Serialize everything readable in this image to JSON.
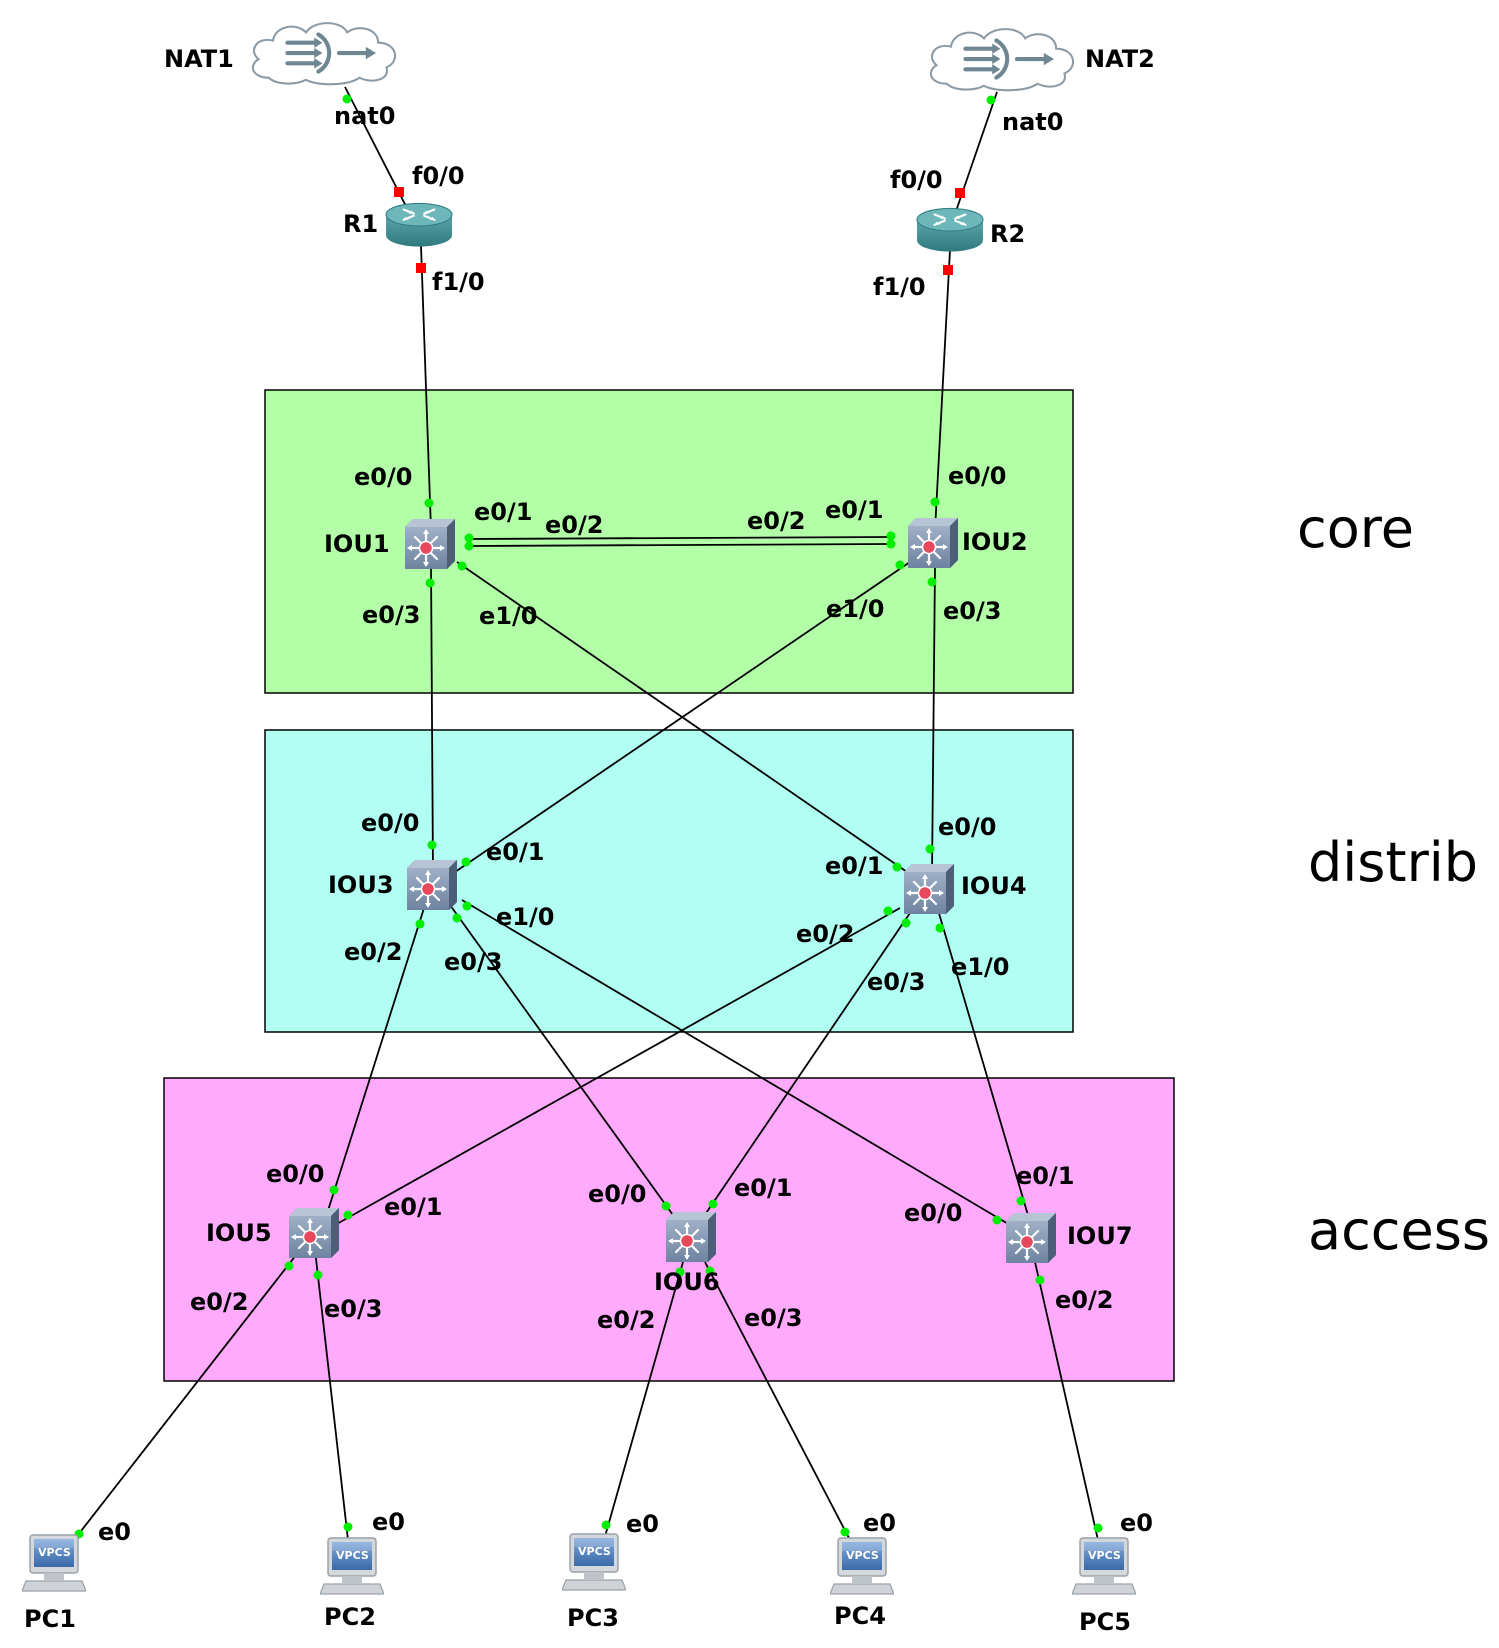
{
  "layers": {
    "core": "core",
    "distrib": "distrib",
    "access": "access"
  },
  "colors": {
    "core_bg": "#b3ffa8",
    "distrib_bg": "#b0fff2",
    "access_bg": "#ffaafc",
    "link": "#000000",
    "port_up": "#00ee00",
    "port_down": "#ff0000",
    "router": "#3f8f93",
    "switch": "#7f93ad"
  },
  "nodes": {
    "nat1": "NAT1",
    "nat2": "NAT2",
    "r1": "R1",
    "r2": "R2",
    "iou1": "IOU1",
    "iou2": "IOU2",
    "iou3": "IOU3",
    "iou4": "IOU4",
    "iou5": "IOU5",
    "iou6": "IOU6",
    "iou7": "IOU7",
    "pc1": "PC1",
    "pc2": "PC2",
    "pc3": "PC3",
    "pc4": "PC4",
    "pc5": "PC5"
  },
  "device_badge": "VPCS",
  "icons": {
    "nat": "nat-cloud-icon",
    "router": "router-icon",
    "switch": "multilayer-switch-icon",
    "pc": "vpcs-computer-icon"
  },
  "links": [
    {
      "a": "NAT1",
      "a_port": "nat0",
      "b": "R1",
      "b_port": "f0/0"
    },
    {
      "a": "NAT2",
      "a_port": "nat0",
      "b": "R2",
      "b_port": "f0/0"
    },
    {
      "a": "R1",
      "a_port": "f1/0",
      "b": "IOU1",
      "b_port": "e0/0"
    },
    {
      "a": "R2",
      "a_port": "f1/0",
      "b": "IOU2",
      "b_port": "e0/0"
    },
    {
      "a": "IOU1",
      "a_port": "e0/1",
      "b": "IOU2",
      "b_port": "e0/1"
    },
    {
      "a": "IOU1",
      "a_port": "e0/2",
      "b": "IOU2",
      "b_port": "e0/2"
    },
    {
      "a": "IOU1",
      "a_port": "e0/3",
      "b": "IOU3",
      "b_port": "e0/0"
    },
    {
      "a": "IOU1",
      "a_port": "e1/0",
      "b": "IOU4",
      "b_port": "e0/1"
    },
    {
      "a": "IOU2",
      "a_port": "e1/0",
      "b": "IOU3",
      "b_port": "e0/1"
    },
    {
      "a": "IOU2",
      "a_port": "e0/3",
      "b": "IOU4",
      "b_port": "e0/0"
    },
    {
      "a": "IOU3",
      "a_port": "e0/2",
      "b": "IOU5",
      "b_port": "e0/0"
    },
    {
      "a": "IOU3",
      "a_port": "e0/3",
      "b": "IOU6",
      "b_port": "e0/0"
    },
    {
      "a": "IOU3",
      "a_port": "e1/0",
      "b": "IOU7",
      "b_port": "e0/0"
    },
    {
      "a": "IOU4",
      "a_port": "e0/2",
      "b": "IOU5",
      "b_port": "e0/1"
    },
    {
      "a": "IOU4",
      "a_port": "e0/3",
      "b": "IOU6",
      "b_port": "e0/1"
    },
    {
      "a": "IOU4",
      "a_port": "e1/0",
      "b": "IOU7",
      "b_port": "e0/1"
    },
    {
      "a": "IOU5",
      "a_port": "e0/2",
      "b": "PC1",
      "b_port": "e0"
    },
    {
      "a": "IOU5",
      "a_port": "e0/3",
      "b": "PC2",
      "b_port": "e0"
    },
    {
      "a": "IOU6",
      "a_port": "e0/2",
      "b": "PC3",
      "b_port": "e0"
    },
    {
      "a": "IOU6",
      "a_port": "e0/3",
      "b": "PC4",
      "b_port": "e0"
    },
    {
      "a": "IOU7",
      "a_port": "e0/2",
      "b": "PC5",
      "b_port": "e0"
    }
  ]
}
